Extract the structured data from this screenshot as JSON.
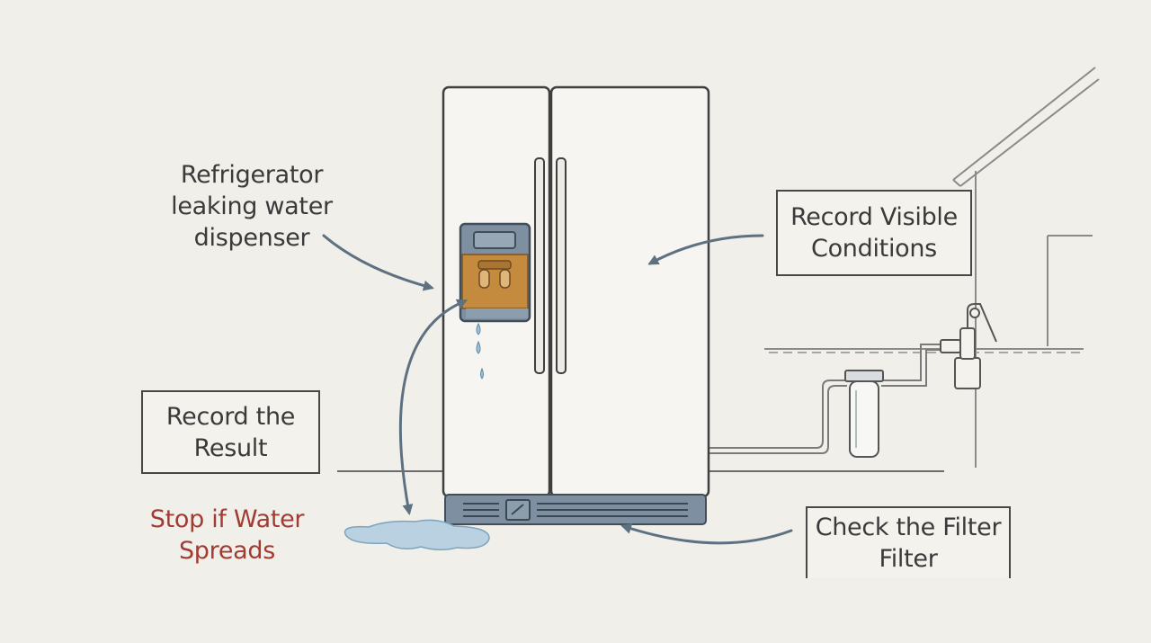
{
  "diagram": {
    "labels": {
      "leak": [
        "Refrigerator",
        "leaking water",
        "dispenser"
      ],
      "record_visible": [
        "Record Visible",
        "Conditions"
      ],
      "record_result": [
        "Record the",
        "Result"
      ],
      "stop": [
        "Stop if Water",
        "Spreads"
      ],
      "check_filter": [
        "Check the Filter",
        "Filter"
      ]
    },
    "colors": {
      "background": "#f1efe9",
      "ink": "#3a3a3a",
      "arrow": "#5d7181",
      "dispenser_panel": "#c48a3e",
      "base_grille": "#7d8fa0",
      "water": "#b9d1e1",
      "warning": "#a23b32"
    }
  }
}
